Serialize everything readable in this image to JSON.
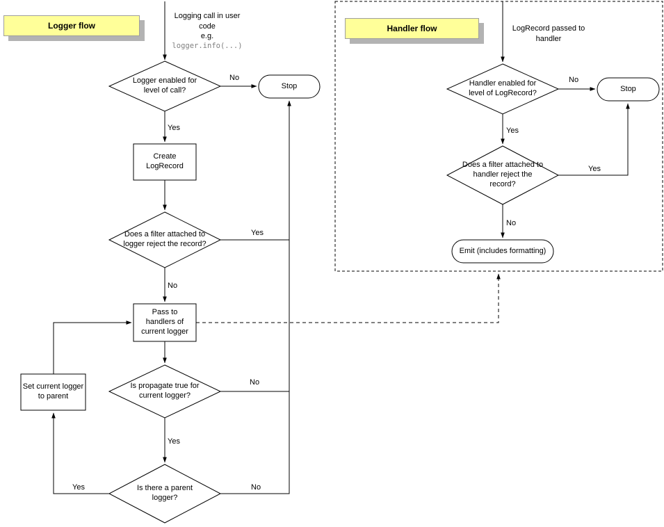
{
  "colors": {
    "title_bg": "#ffff99",
    "title_shadow": "#b3b3b3",
    "line": "#000000",
    "code_text": "#808080"
  },
  "edge_labels": {
    "yes": "Yes",
    "no": "No"
  },
  "logger_flow": {
    "title": "Logger flow",
    "entry": {
      "text": "Logging call in user code",
      "eg": "e.g.",
      "code": "logger.info(...)"
    },
    "nodes": {
      "enabled_check": "Logger enabled for level of call?",
      "stop": "Stop",
      "create_logrecord": "Create LogRecord",
      "filter_check": "Does a filter attached to logger reject the record?",
      "pass_to_handlers": "Pass to handlers of current logger",
      "propagate_check": "Is propagate true for current logger?",
      "parent_check": "Is there a parent logger?",
      "set_current_logger": "Set current logger to parent"
    }
  },
  "handler_flow": {
    "title": "Handler flow",
    "entry": {
      "text": "LogRecord passed to handler"
    },
    "nodes": {
      "enabled_check": "Handler enabled for level of LogRecord?",
      "stop": "Stop",
      "filter_check": "Does a filter attached to handler reject the record?",
      "emit": "Emit (includes formatting)"
    }
  }
}
